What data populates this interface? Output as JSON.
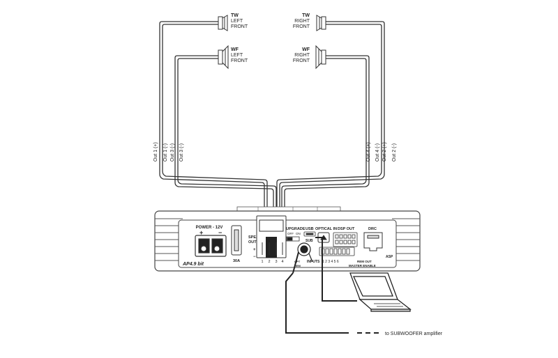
{
  "speakers": {
    "tw_left": {
      "line1": "TW",
      "line2": "LEFT",
      "line3": "FRONT"
    },
    "wf_left": {
      "line1": "WF",
      "line2": "LEFT",
      "line3": "FRONT"
    },
    "tw_right": {
      "line1": "TW",
      "line2": "RIGHT",
      "line3": "FRONT"
    },
    "wf_right": {
      "line1": "WF",
      "line2": "RIGHT",
      "line3": "FRONT"
    }
  },
  "outputs": {
    "out1p": "Out 1 (+)",
    "out1m": "Out 1 (-)",
    "out3m": "Out 3 (-)",
    "out4p": "Out 4 (+)",
    "out4m": "Out 4 (-)",
    "out2p": "Out 2 (+)",
    "out2m": "Out 2 (-)"
  },
  "amp": {
    "power": "POWER - 12V",
    "plus": "+",
    "minus": "−",
    "fuse": "30A",
    "model": "AP4.9 bit",
    "speaker_out_1": "SPEAKER",
    "speaker_out_2": "OUT",
    "spk_nums": [
      "1",
      "2",
      "3",
      "4"
    ],
    "spk_plus": "+",
    "spk_minus": "−",
    "upgrade": "UPGRADE",
    "off": "OFF",
    "on": "ON",
    "usb": "USB",
    "sub": "SUB",
    "optical": "OPTICAL IN",
    "dsp_out": "DSP OUT",
    "drc": "DRC",
    "inputs": "INPUTS",
    "input_nums": "1 2 3 4 5 6",
    "rem_out": "REM OUT",
    "master_enable": "MASTER ENABLE",
    "asp": "ASP",
    "opt": "OPT",
    "rem": "REM"
  },
  "subwoofer": "to SUBWOOFER amplifier"
}
